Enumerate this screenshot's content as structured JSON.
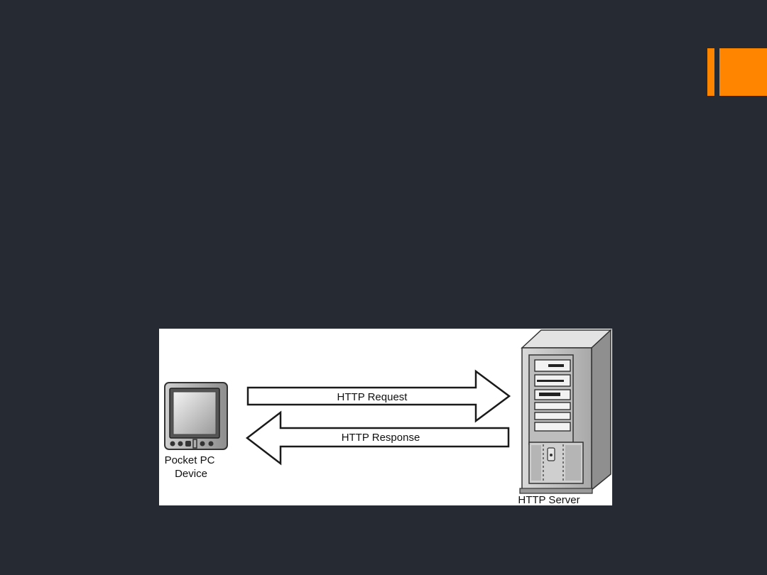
{
  "diagram": {
    "arrows": {
      "request": "HTTP Request",
      "response": "HTTP Response"
    },
    "client": {
      "label_line1": "Pocket PC",
      "label_line2": "Device",
      "icon": "pda-device-icon"
    },
    "server": {
      "label": "HTTP Server",
      "icon": "server-tower-icon"
    }
  },
  "colors": {
    "background": "#262B33",
    "accent": "#FF8400",
    "figure_background": "#FFFFFF"
  }
}
